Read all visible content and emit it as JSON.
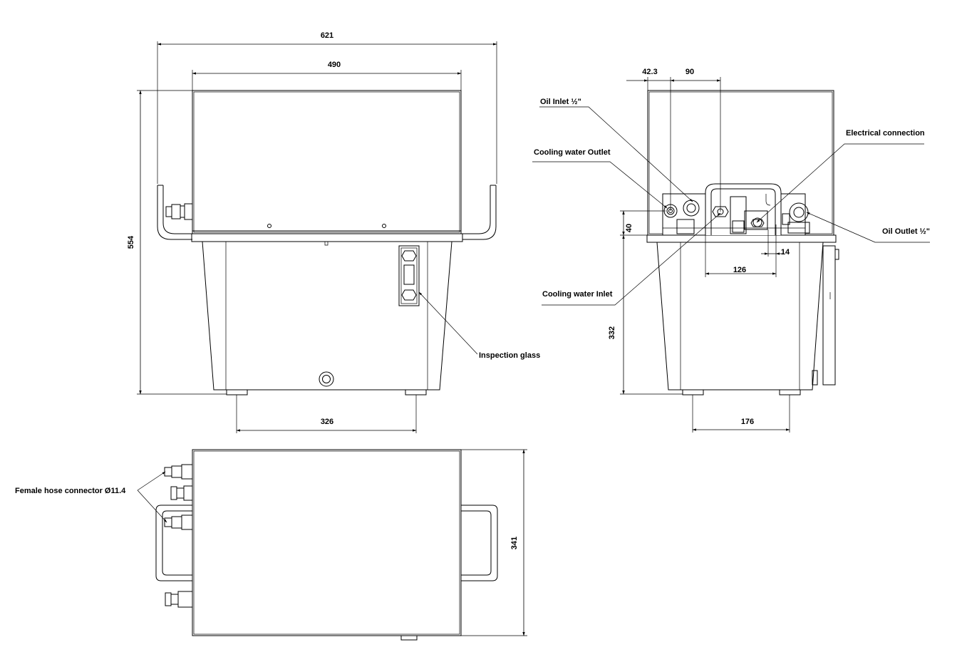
{
  "dimensions": {
    "front_overall_width": "621",
    "front_lid_width": "490",
    "front_height": "554",
    "front_feet_spacing": "326",
    "side_offset_1": "42.3",
    "side_offset_2": "90",
    "side_connection_height": "40",
    "side_tank_height": "332",
    "side_spacing_126": "126",
    "side_spacing_14": "14",
    "side_feet_spacing": "176",
    "top_depth": "341"
  },
  "callouts": {
    "inspection_glass": "Inspection glass",
    "oil_inlet": "Oil Inlet ½\"",
    "cooling_water_outlet": "Cooling water Outlet",
    "electrical_connection": "Electrical connection",
    "oil_outlet": "Oil Outlet  ½\"",
    "cooling_water_inlet": "Cooling water Inlet",
    "female_hose_connector": "Female hose connector Ø11.4"
  },
  "colors": {
    "line": "#000000",
    "background": "#ffffff"
  }
}
